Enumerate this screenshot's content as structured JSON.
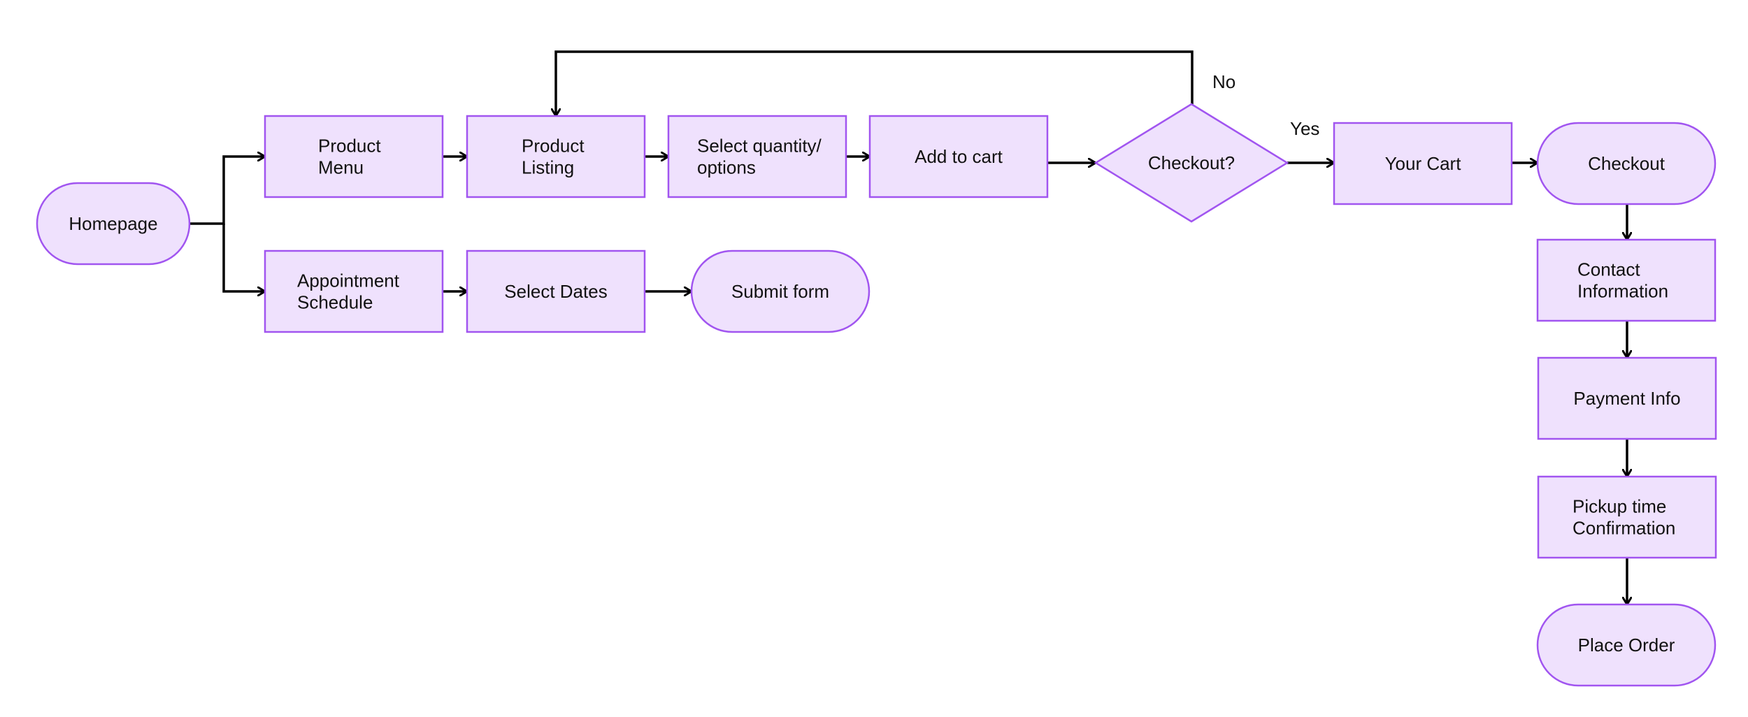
{
  "diagram": {
    "colors": {
      "node_fill": "#efe1fd",
      "node_stroke": "#a155f0",
      "edge": "#000000",
      "text": "#111111"
    },
    "nodes": {
      "homepage": {
        "shape": "terminal",
        "lines": [
          "Homepage"
        ]
      },
      "product_menu": {
        "shape": "process",
        "lines": [
          "Product",
          "Menu"
        ]
      },
      "product_listing": {
        "shape": "process",
        "lines": [
          "Product",
          "Listing"
        ]
      },
      "select_quantity": {
        "shape": "process",
        "lines": [
          "Select quantity/",
          "options"
        ]
      },
      "add_to_cart": {
        "shape": "process",
        "lines": [
          "Add to cart"
        ]
      },
      "checkout_decision": {
        "shape": "decision",
        "lines": [
          "Checkout?"
        ]
      },
      "your_cart": {
        "shape": "process",
        "lines": [
          "Your Cart"
        ]
      },
      "checkout": {
        "shape": "terminal",
        "lines": [
          "Checkout"
        ]
      },
      "contact_information": {
        "shape": "process",
        "lines": [
          "Contact",
          "Information"
        ]
      },
      "payment_info": {
        "shape": "process",
        "lines": [
          "Payment Info"
        ]
      },
      "pickup_confirmation": {
        "shape": "process",
        "lines": [
          "Pickup time",
          "Confirmation"
        ]
      },
      "place_order": {
        "shape": "terminal",
        "lines": [
          "Place Order"
        ]
      },
      "appointment_schedule": {
        "shape": "process",
        "lines": [
          "Appointment",
          "Schedule"
        ]
      },
      "select_dates": {
        "shape": "process",
        "lines": [
          "Select Dates"
        ]
      },
      "submit_form": {
        "shape": "terminal",
        "lines": [
          "Submit form"
        ]
      }
    },
    "edges": [
      {
        "from": "homepage",
        "to": "product_menu",
        "label": ""
      },
      {
        "from": "homepage",
        "to": "appointment_schedule",
        "label": ""
      },
      {
        "from": "product_menu",
        "to": "product_listing",
        "label": ""
      },
      {
        "from": "product_listing",
        "to": "select_quantity",
        "label": ""
      },
      {
        "from": "select_quantity",
        "to": "add_to_cart",
        "label": ""
      },
      {
        "from": "add_to_cart",
        "to": "checkout_decision",
        "label": ""
      },
      {
        "from": "checkout_decision",
        "to": "your_cart",
        "label": "Yes"
      },
      {
        "from": "checkout_decision",
        "to": "product_listing",
        "label": "No"
      },
      {
        "from": "your_cart",
        "to": "checkout",
        "label": ""
      },
      {
        "from": "checkout",
        "to": "contact_information",
        "label": ""
      },
      {
        "from": "contact_information",
        "to": "payment_info",
        "label": ""
      },
      {
        "from": "payment_info",
        "to": "pickup_confirmation",
        "label": ""
      },
      {
        "from": "pickup_confirmation",
        "to": "place_order",
        "label": ""
      },
      {
        "from": "appointment_schedule",
        "to": "select_dates",
        "label": ""
      },
      {
        "from": "select_dates",
        "to": "submit_form",
        "label": ""
      }
    ]
  }
}
